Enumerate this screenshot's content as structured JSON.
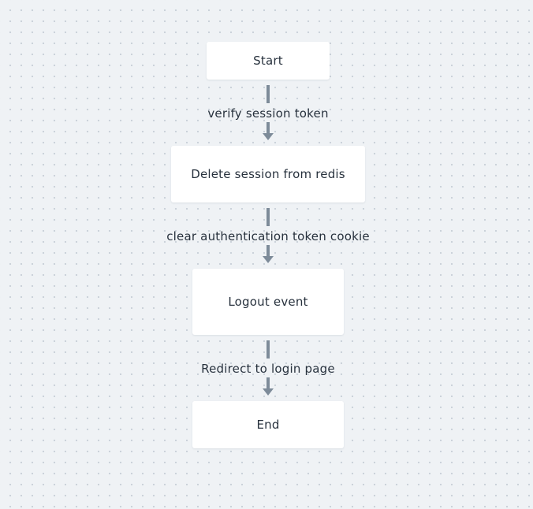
{
  "flowchart": {
    "nodes": [
      {
        "id": "start",
        "label": "Start"
      },
      {
        "id": "delete_session",
        "label": "Delete session from redis"
      },
      {
        "id": "logout_event",
        "label": "Logout event"
      },
      {
        "id": "end",
        "label": "End"
      }
    ],
    "edges": [
      {
        "from": "start",
        "to": "delete_session",
        "label": "verify session token"
      },
      {
        "from": "delete_session",
        "to": "logout_event",
        "label": "clear authentication token cookie"
      },
      {
        "from": "logout_event",
        "to": "end",
        "label": "Redirect to login page"
      }
    ]
  },
  "colors": {
    "background": "#eff2f5",
    "node_fill": "#ffffff",
    "connector": "#7d8b99",
    "text": "#27313d"
  }
}
